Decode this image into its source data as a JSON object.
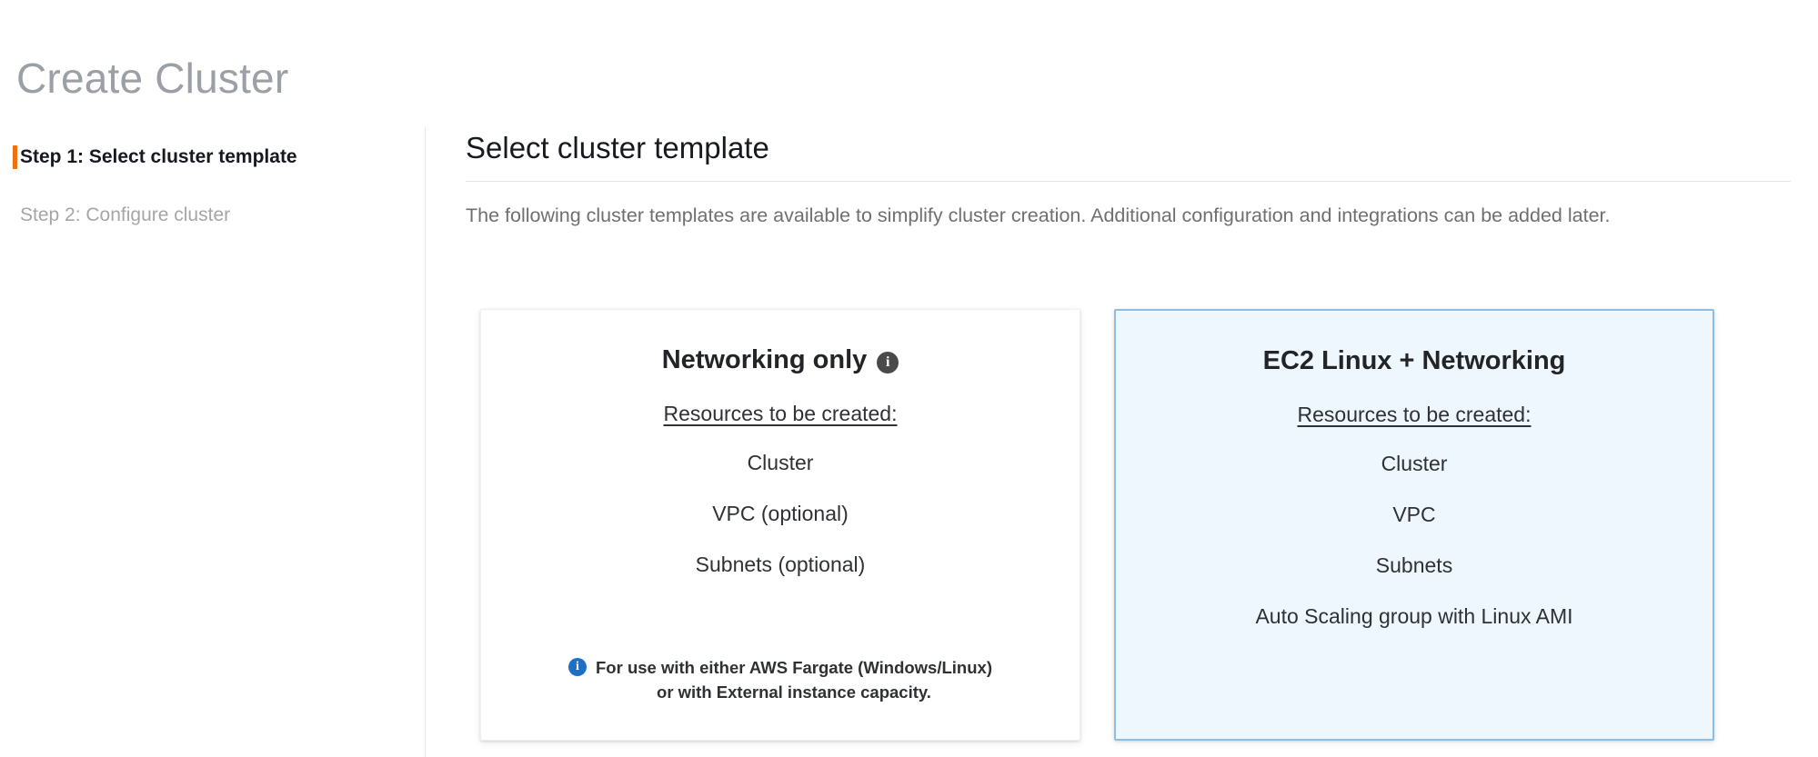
{
  "header": {
    "title": "Create Cluster"
  },
  "sidebar": {
    "steps": [
      {
        "label": "Step 1: Select cluster template",
        "active": true
      },
      {
        "label": "Step 2: Configure cluster",
        "active": false
      }
    ]
  },
  "main": {
    "section_title": "Select cluster template",
    "description": "The following cluster templates are available to simplify cluster creation. Additional configuration and integrations can be added later.",
    "cards": [
      {
        "title": "Networking only",
        "has_info_icon": true,
        "info_icon_name": "info-icon",
        "resources_label": "Resources to be created:",
        "resources": [
          "Cluster",
          "VPC (optional)",
          "Subnets (optional)"
        ],
        "footnote_line1": "For use with either AWS Fargate (Windows/Linux)",
        "footnote_line2": "or with External instance capacity.",
        "selected": false
      },
      {
        "title": "EC2 Linux + Networking",
        "has_info_icon": false,
        "resources_label": "Resources to be created:",
        "resources": [
          "Cluster",
          "VPC",
          "Subnets",
          "Auto Scaling group with Linux AMI"
        ],
        "selected": true
      }
    ]
  },
  "colors": {
    "accent_orange": "#ec7211",
    "selected_card_bg": "#eff7fe",
    "selected_card_border": "#90bee0",
    "info_blue": "#1f6fc4",
    "title_gray": "#9aa0a6",
    "text_dark": "#16191f",
    "text_muted": "#6f6f73"
  }
}
